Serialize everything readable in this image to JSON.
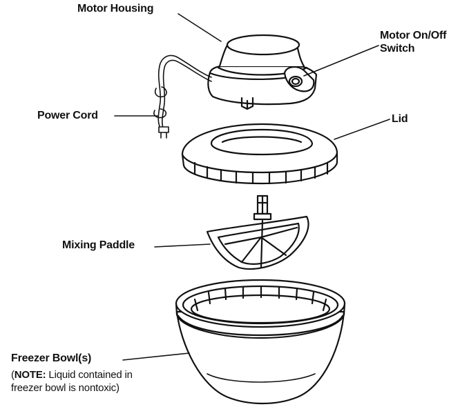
{
  "labels": {
    "motor_housing": "Motor Housing",
    "motor_switch_line1": "Motor On/Off",
    "motor_switch_line2": "Switch",
    "power_cord": "Power Cord",
    "lid": "Lid",
    "mixing_paddle": "Mixing Paddle",
    "freezer_bowl": "Freezer Bowl(s)"
  },
  "note": {
    "open_paren": "(",
    "note_word": "NOTE:",
    "line1_rest": " Liquid contained in",
    "line2": "freezer bowl is nontoxic)"
  },
  "colors": {
    "stroke": "#111111",
    "fill": "#ffffff",
    "shade": "#e4e4e4"
  }
}
